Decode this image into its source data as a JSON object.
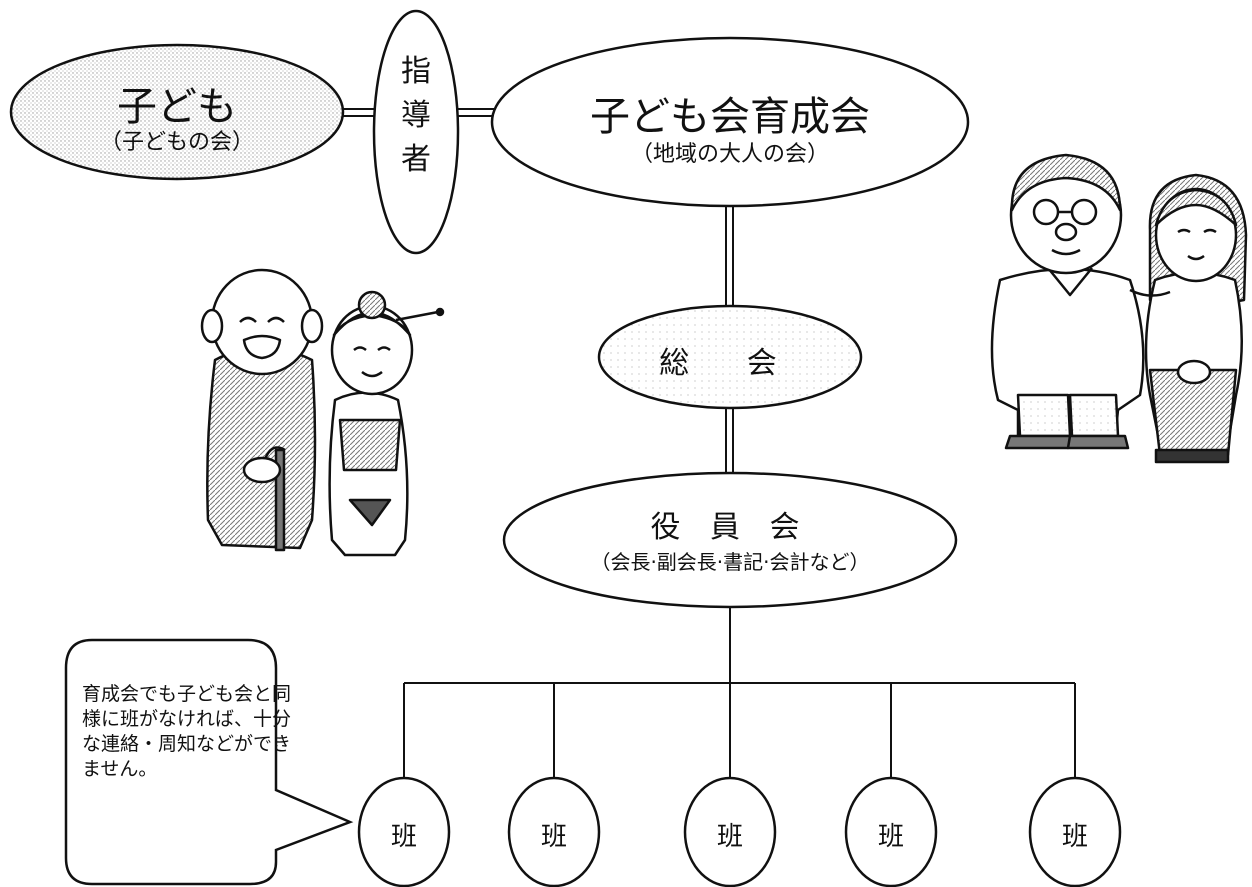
{
  "nodes": {
    "kodomo": {
      "title": "子ども",
      "subtitle": "（子どもの会）"
    },
    "shidousha": {
      "lines": [
        "指",
        "導",
        "者"
      ]
    },
    "ikuseikai": {
      "title": "子ども会育成会",
      "subtitle": "（地域の大人の会）"
    },
    "soukai": {
      "title": "総 会"
    },
    "yakuinkai": {
      "title": "役 員 会",
      "subtitle": "（会長·副会長·書記·会計など）"
    },
    "han": [
      "班",
      "班",
      "班",
      "班",
      "班"
    ]
  },
  "note": {
    "text": "育成会でも子ども会と同様に班がなければ、十分な連絡・周知などができません。"
  },
  "illustrations": [
    "elderly-couple",
    "adult-couple"
  ],
  "colors": {
    "line": "#111111",
    "stipple": "#cfcfcf",
    "fill": "#ffffff"
  }
}
